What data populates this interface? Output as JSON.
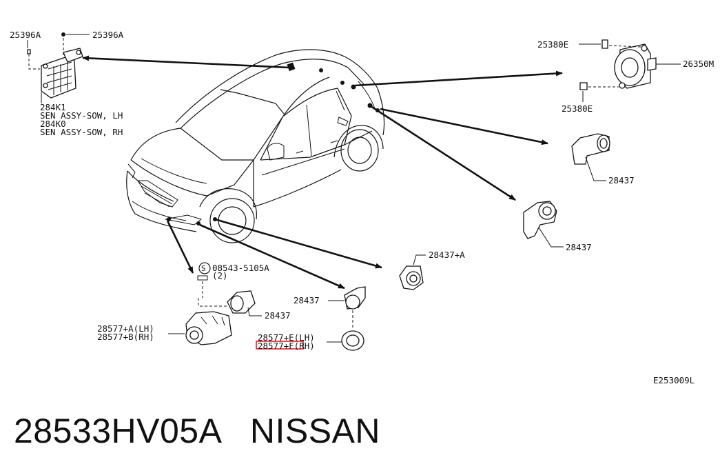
{
  "labels": {
    "bolt_left": "25396A",
    "bolt_right": "25396A",
    "sow_lh_code": "284K1",
    "sow_lh_name": "SEN ASSY-SOW, LH",
    "sow_rh_code": "284K0",
    "sow_rh_name": "SEN ASSY-SOW, RH",
    "screw_top": "25380E",
    "screw_bottom": "25380E",
    "buzzer": "26350M",
    "sensor_right_upper": "28437",
    "sensor_right_lower": "28437",
    "sensor_center": "28437+A",
    "screw_spec": "08543-5105A",
    "screw_qty": "(2)",
    "bracket_sensor": "28437",
    "bracket_lh": "28577+A(LH)",
    "bracket_rh": "28577+B(RH)",
    "sensor_front": "28437",
    "bezel_lh": "28577+E(LH)",
    "bezel_rh": "28577+F(RH)",
    "diagram_id": "E253009L"
  },
  "footer": {
    "text": "28533HV05A   NISSAN"
  },
  "colors": {
    "line": "#111111",
    "highlight": "#e0202a",
    "background": "#ffffff"
  }
}
